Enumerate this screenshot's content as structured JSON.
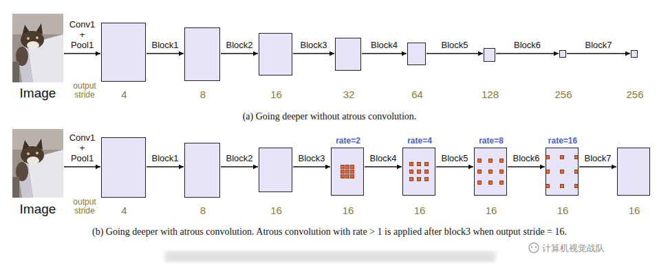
{
  "diagram": {
    "nodes": [
      {
        "text": [
          "Image"
        ]
      },
      {
        "text": [
          "4"
        ]
      },
      {
        "text": [
          "8"
        ]
      },
      {
        "text": [
          "16"
        ]
      },
      {
        "text": [
          "32"
        ]
      },
      {
        "text": [
          "64"
        ]
      },
      {
        "text": [
          "128"
        ]
      },
      {
        "text": [
          "256"
        ]
      },
      {
        "text": [
          "256"
        ]
      },
      {
        "text": [
          "Image"
        ]
      },
      {
        "text": [
          "4"
        ]
      },
      {
        "text": [
          "8"
        ]
      },
      {
        "text": [
          "16"
        ]
      },
      {
        "text": [
          "rate=2",
          "16"
        ]
      },
      {
        "text": [
          "rate=4",
          "16"
        ]
      },
      {
        "text": [
          "rate=8",
          "16"
        ]
      },
      {
        "text": [
          "rate=16",
          "16"
        ]
      },
      {
        "text": [
          "16"
        ]
      }
    ],
    "edges": [
      {
        "from": 0,
        "to": 1,
        "label": "Conv1 + Pool1",
        "arrow": "to"
      },
      {
        "from": 1,
        "to": 2,
        "label": "Block1",
        "arrow": "to"
      },
      {
        "from": 2,
        "to": 3,
        "label": "Block2",
        "arrow": "to"
      },
      {
        "from": 3,
        "to": 4,
        "label": "Block3",
        "arrow": "to"
      },
      {
        "from": 4,
        "to": 5,
        "label": "Block4",
        "arrow": "to"
      },
      {
        "from": 5,
        "to": 6,
        "label": "Block5",
        "arrow": "to"
      },
      {
        "from": 6,
        "to": 7,
        "label": "Block6",
        "arrow": "to"
      },
      {
        "from": 7,
        "to": 8,
        "label": "Block7",
        "arrow": "to"
      },
      {
        "from": 9,
        "to": 10,
        "label": "Conv1 + Pool1",
        "arrow": "to"
      },
      {
        "from": 10,
        "to": 11,
        "label": "Block1",
        "arrow": "to"
      },
      {
        "from": 11,
        "to": 12,
        "label": "Block2",
        "arrow": "to"
      },
      {
        "from": 12,
        "to": 13,
        "label": "Block3",
        "arrow": "to"
      },
      {
        "from": 13,
        "to": 14,
        "label": "Block4",
        "arrow": "to"
      },
      {
        "from": 14,
        "to": 15,
        "label": "Block5",
        "arrow": "to"
      },
      {
        "from": 15,
        "to": 16,
        "label": "Block6",
        "arrow": "to"
      },
      {
        "from": 16,
        "to": 17,
        "label": "Block7",
        "arrow": "to"
      }
    ],
    "labels": [
      "output stride",
      "output stride",
      "(a) Going deeper without atrous convolution.",
      "(b) Going deeper with atrous convolution. Atrous convolution with rate > 1 is applied after block3 when output stride = 16.",
      "计算机视觉战队"
    ]
  }
}
